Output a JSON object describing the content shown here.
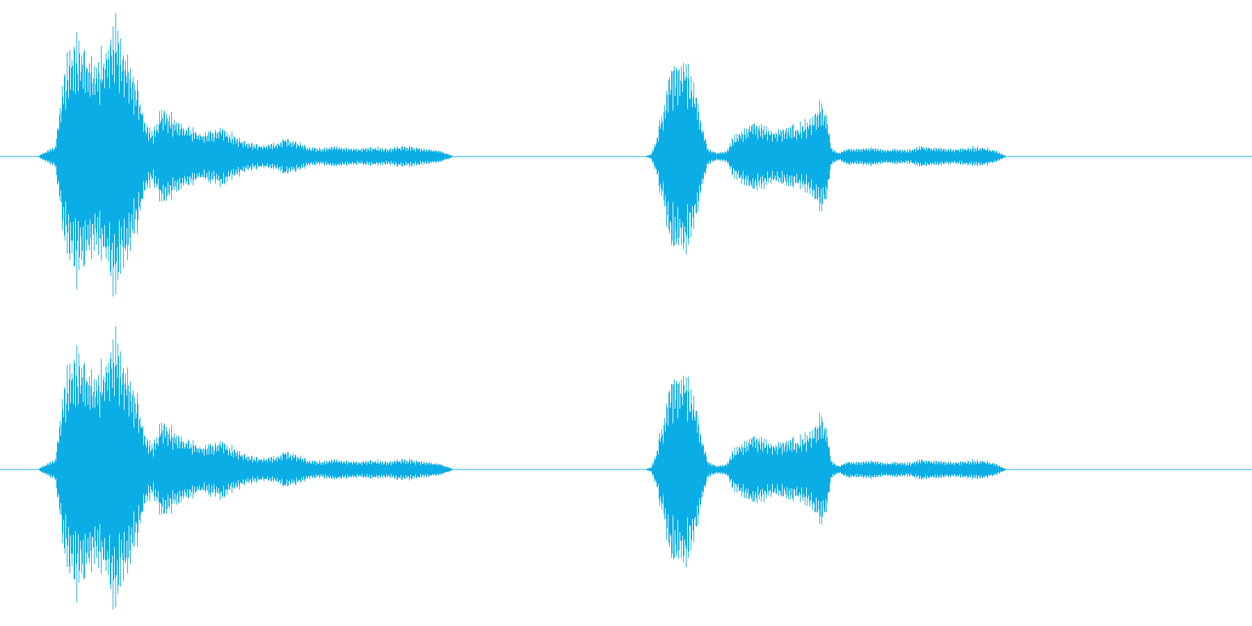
{
  "colors": {
    "waveform": "#0aade5",
    "background": "#ffffff"
  },
  "chart_data": {
    "type": "area",
    "title": "",
    "xlabel": "",
    "ylabel": "",
    "grid": false,
    "legend": "none",
    "x_range": [
      0,
      1
    ],
    "y_range": [
      -1,
      1
    ],
    "channels": [
      {
        "name": "",
        "envelope": [
          [
            0.0,
            0.0
          ],
          [
            0.03,
            0.0
          ],
          [
            0.036,
            0.04
          ],
          [
            0.044,
            0.08
          ],
          [
            0.05,
            0.55
          ],
          [
            0.056,
            0.82
          ],
          [
            0.062,
            0.92
          ],
          [
            0.068,
            0.8
          ],
          [
            0.074,
            0.7
          ],
          [
            0.08,
            0.76
          ],
          [
            0.086,
            0.9
          ],
          [
            0.092,
            1.0
          ],
          [
            0.098,
            0.85
          ],
          [
            0.104,
            0.68
          ],
          [
            0.11,
            0.52
          ],
          [
            0.116,
            0.25
          ],
          [
            0.122,
            0.18
          ],
          [
            0.128,
            0.34
          ],
          [
            0.136,
            0.3
          ],
          [
            0.144,
            0.24
          ],
          [
            0.152,
            0.22
          ],
          [
            0.16,
            0.18
          ],
          [
            0.168,
            0.2
          ],
          [
            0.176,
            0.22
          ],
          [
            0.184,
            0.18
          ],
          [
            0.192,
            0.13
          ],
          [
            0.2,
            0.1
          ],
          [
            0.21,
            0.09
          ],
          [
            0.22,
            0.1
          ],
          [
            0.228,
            0.15
          ],
          [
            0.236,
            0.12
          ],
          [
            0.246,
            0.07
          ],
          [
            0.256,
            0.06
          ],
          [
            0.266,
            0.08
          ],
          [
            0.276,
            0.07
          ],
          [
            0.288,
            0.06
          ],
          [
            0.298,
            0.07
          ],
          [
            0.31,
            0.06
          ],
          [
            0.32,
            0.08
          ],
          [
            0.33,
            0.07
          ],
          [
            0.34,
            0.06
          ],
          [
            0.35,
            0.05
          ],
          [
            0.358,
            0.02
          ],
          [
            0.362,
            0.0
          ],
          [
            0.515,
            0.0
          ],
          [
            0.52,
            0.02
          ],
          [
            0.524,
            0.14
          ],
          [
            0.53,
            0.4
          ],
          [
            0.536,
            0.65
          ],
          [
            0.542,
            0.75
          ],
          [
            0.548,
            0.72
          ],
          [
            0.554,
            0.55
          ],
          [
            0.56,
            0.28
          ],
          [
            0.565,
            0.06
          ],
          [
            0.572,
            0.03
          ],
          [
            0.58,
            0.04
          ],
          [
            0.585,
            0.14
          ],
          [
            0.592,
            0.2
          ],
          [
            0.6,
            0.26
          ],
          [
            0.608,
            0.24
          ],
          [
            0.614,
            0.21
          ],
          [
            0.62,
            0.2
          ],
          [
            0.628,
            0.22
          ],
          [
            0.636,
            0.23
          ],
          [
            0.644,
            0.26
          ],
          [
            0.65,
            0.34
          ],
          [
            0.656,
            0.43
          ],
          [
            0.66,
            0.32
          ],
          [
            0.664,
            0.06
          ],
          [
            0.67,
            0.03
          ],
          [
            0.678,
            0.07
          ],
          [
            0.686,
            0.06
          ],
          [
            0.696,
            0.07
          ],
          [
            0.706,
            0.05
          ],
          [
            0.716,
            0.06
          ],
          [
            0.726,
            0.05
          ],
          [
            0.736,
            0.08
          ],
          [
            0.746,
            0.07
          ],
          [
            0.756,
            0.06
          ],
          [
            0.766,
            0.06
          ],
          [
            0.776,
            0.07
          ],
          [
            0.786,
            0.07
          ],
          [
            0.794,
            0.05
          ],
          [
            0.8,
            0.02
          ],
          [
            0.804,
            0.0
          ],
          [
            1.0,
            0.0
          ]
        ]
      },
      {
        "name": "",
        "envelope": [
          [
            0.0,
            0.0
          ],
          [
            0.03,
            0.0
          ],
          [
            0.036,
            0.04
          ],
          [
            0.044,
            0.08
          ],
          [
            0.05,
            0.55
          ],
          [
            0.056,
            0.82
          ],
          [
            0.062,
            0.92
          ],
          [
            0.068,
            0.8
          ],
          [
            0.074,
            0.7
          ],
          [
            0.08,
            0.76
          ],
          [
            0.086,
            0.9
          ],
          [
            0.092,
            1.0
          ],
          [
            0.098,
            0.85
          ],
          [
            0.104,
            0.68
          ],
          [
            0.11,
            0.52
          ],
          [
            0.116,
            0.25
          ],
          [
            0.122,
            0.18
          ],
          [
            0.128,
            0.34
          ],
          [
            0.136,
            0.3
          ],
          [
            0.144,
            0.24
          ],
          [
            0.152,
            0.22
          ],
          [
            0.16,
            0.18
          ],
          [
            0.168,
            0.2
          ],
          [
            0.176,
            0.22
          ],
          [
            0.184,
            0.18
          ],
          [
            0.192,
            0.13
          ],
          [
            0.2,
            0.1
          ],
          [
            0.21,
            0.09
          ],
          [
            0.22,
            0.1
          ],
          [
            0.228,
            0.15
          ],
          [
            0.236,
            0.12
          ],
          [
            0.246,
            0.07
          ],
          [
            0.256,
            0.06
          ],
          [
            0.266,
            0.08
          ],
          [
            0.276,
            0.07
          ],
          [
            0.288,
            0.06
          ],
          [
            0.298,
            0.07
          ],
          [
            0.31,
            0.06
          ],
          [
            0.32,
            0.08
          ],
          [
            0.33,
            0.07
          ],
          [
            0.34,
            0.06
          ],
          [
            0.35,
            0.05
          ],
          [
            0.358,
            0.02
          ],
          [
            0.362,
            0.0
          ],
          [
            0.515,
            0.0
          ],
          [
            0.52,
            0.02
          ],
          [
            0.524,
            0.14
          ],
          [
            0.53,
            0.4
          ],
          [
            0.536,
            0.65
          ],
          [
            0.542,
            0.75
          ],
          [
            0.548,
            0.72
          ],
          [
            0.554,
            0.55
          ],
          [
            0.56,
            0.28
          ],
          [
            0.565,
            0.06
          ],
          [
            0.572,
            0.03
          ],
          [
            0.58,
            0.04
          ],
          [
            0.585,
            0.14
          ],
          [
            0.592,
            0.2
          ],
          [
            0.6,
            0.26
          ],
          [
            0.608,
            0.24
          ],
          [
            0.614,
            0.21
          ],
          [
            0.62,
            0.2
          ],
          [
            0.628,
            0.22
          ],
          [
            0.636,
            0.23
          ],
          [
            0.644,
            0.26
          ],
          [
            0.65,
            0.34
          ],
          [
            0.656,
            0.43
          ],
          [
            0.66,
            0.32
          ],
          [
            0.664,
            0.06
          ],
          [
            0.67,
            0.03
          ],
          [
            0.678,
            0.07
          ],
          [
            0.686,
            0.06
          ],
          [
            0.696,
            0.07
          ],
          [
            0.706,
            0.05
          ],
          [
            0.716,
            0.06
          ],
          [
            0.726,
            0.05
          ],
          [
            0.736,
            0.08
          ],
          [
            0.746,
            0.07
          ],
          [
            0.756,
            0.06
          ],
          [
            0.766,
            0.06
          ],
          [
            0.776,
            0.07
          ],
          [
            0.786,
            0.07
          ],
          [
            0.794,
            0.05
          ],
          [
            0.8,
            0.02
          ],
          [
            0.804,
            0.0
          ],
          [
            1.0,
            0.0
          ]
        ]
      }
    ]
  }
}
